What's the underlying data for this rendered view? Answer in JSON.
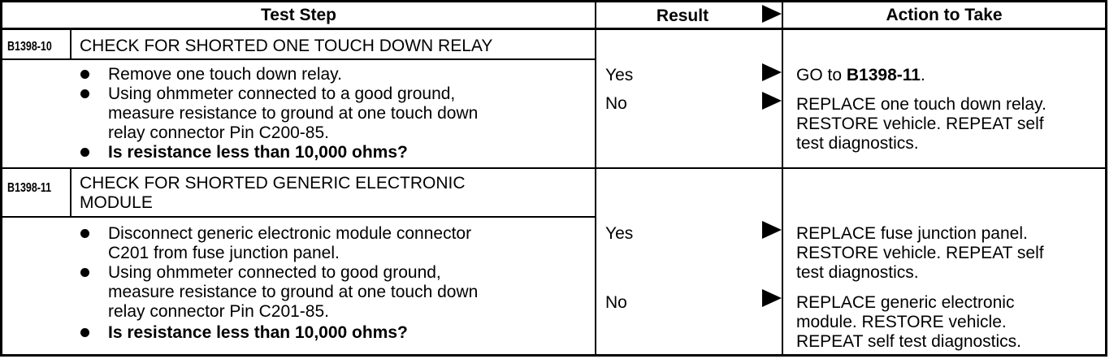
{
  "header": {
    "test_step": "Test Step",
    "result": "Result",
    "action": "Action to Take"
  },
  "steps": [
    {
      "code": "B1398-10",
      "title_lines": [
        "CHECK FOR SHORTED ONE TOUCH DOWN RELAY"
      ],
      "instructions": [
        {
          "lines": [
            "Remove one touch down relay."
          ],
          "bold": false
        },
        {
          "lines": [
            "Using ohmmeter connected to a good ground,",
            "measure resistance to ground at one touch down",
            "relay connector Pin C200-85."
          ],
          "bold": false
        },
        {
          "lines": [
            "Is resistance less than 10,000 ohms?"
          ],
          "bold": true
        }
      ],
      "results": [
        {
          "result": "Yes",
          "action_prefix": "GO to ",
          "action_bold": "B1398-11",
          "action_suffix": ".",
          "action_lines": []
        },
        {
          "result": "No",
          "action_lines": [
            "REPLACE one touch down relay.",
            "RESTORE vehicle. REPEAT self",
            "test diagnostics."
          ]
        }
      ]
    },
    {
      "code": "B1398-11",
      "title_lines": [
        "CHECK FOR SHORTED GENERIC ELECTRONIC",
        "MODULE"
      ],
      "instructions": [
        {
          "lines": [
            "Disconnect generic electronic module connector",
            "C201 from fuse junction panel."
          ],
          "bold": false
        },
        {
          "lines": [
            "Using ohmmeter connected to good ground,",
            "measure resistance to ground at one touch down",
            "relay connector Pin C201-85."
          ],
          "bold": false
        },
        {
          "lines": [
            "Is resistance less than 10,000 ohms?"
          ],
          "bold": true
        }
      ],
      "results": [
        {
          "result": "Yes",
          "action_lines": [
            "REPLACE fuse junction panel.",
            "RESTORE vehicle. REPEAT self",
            "test diagnostics."
          ]
        },
        {
          "result": "No",
          "action_lines": [
            "REPLACE generic electronic",
            "module. RESTORE vehicle.",
            "REPEAT self test diagnostics."
          ]
        }
      ]
    }
  ]
}
